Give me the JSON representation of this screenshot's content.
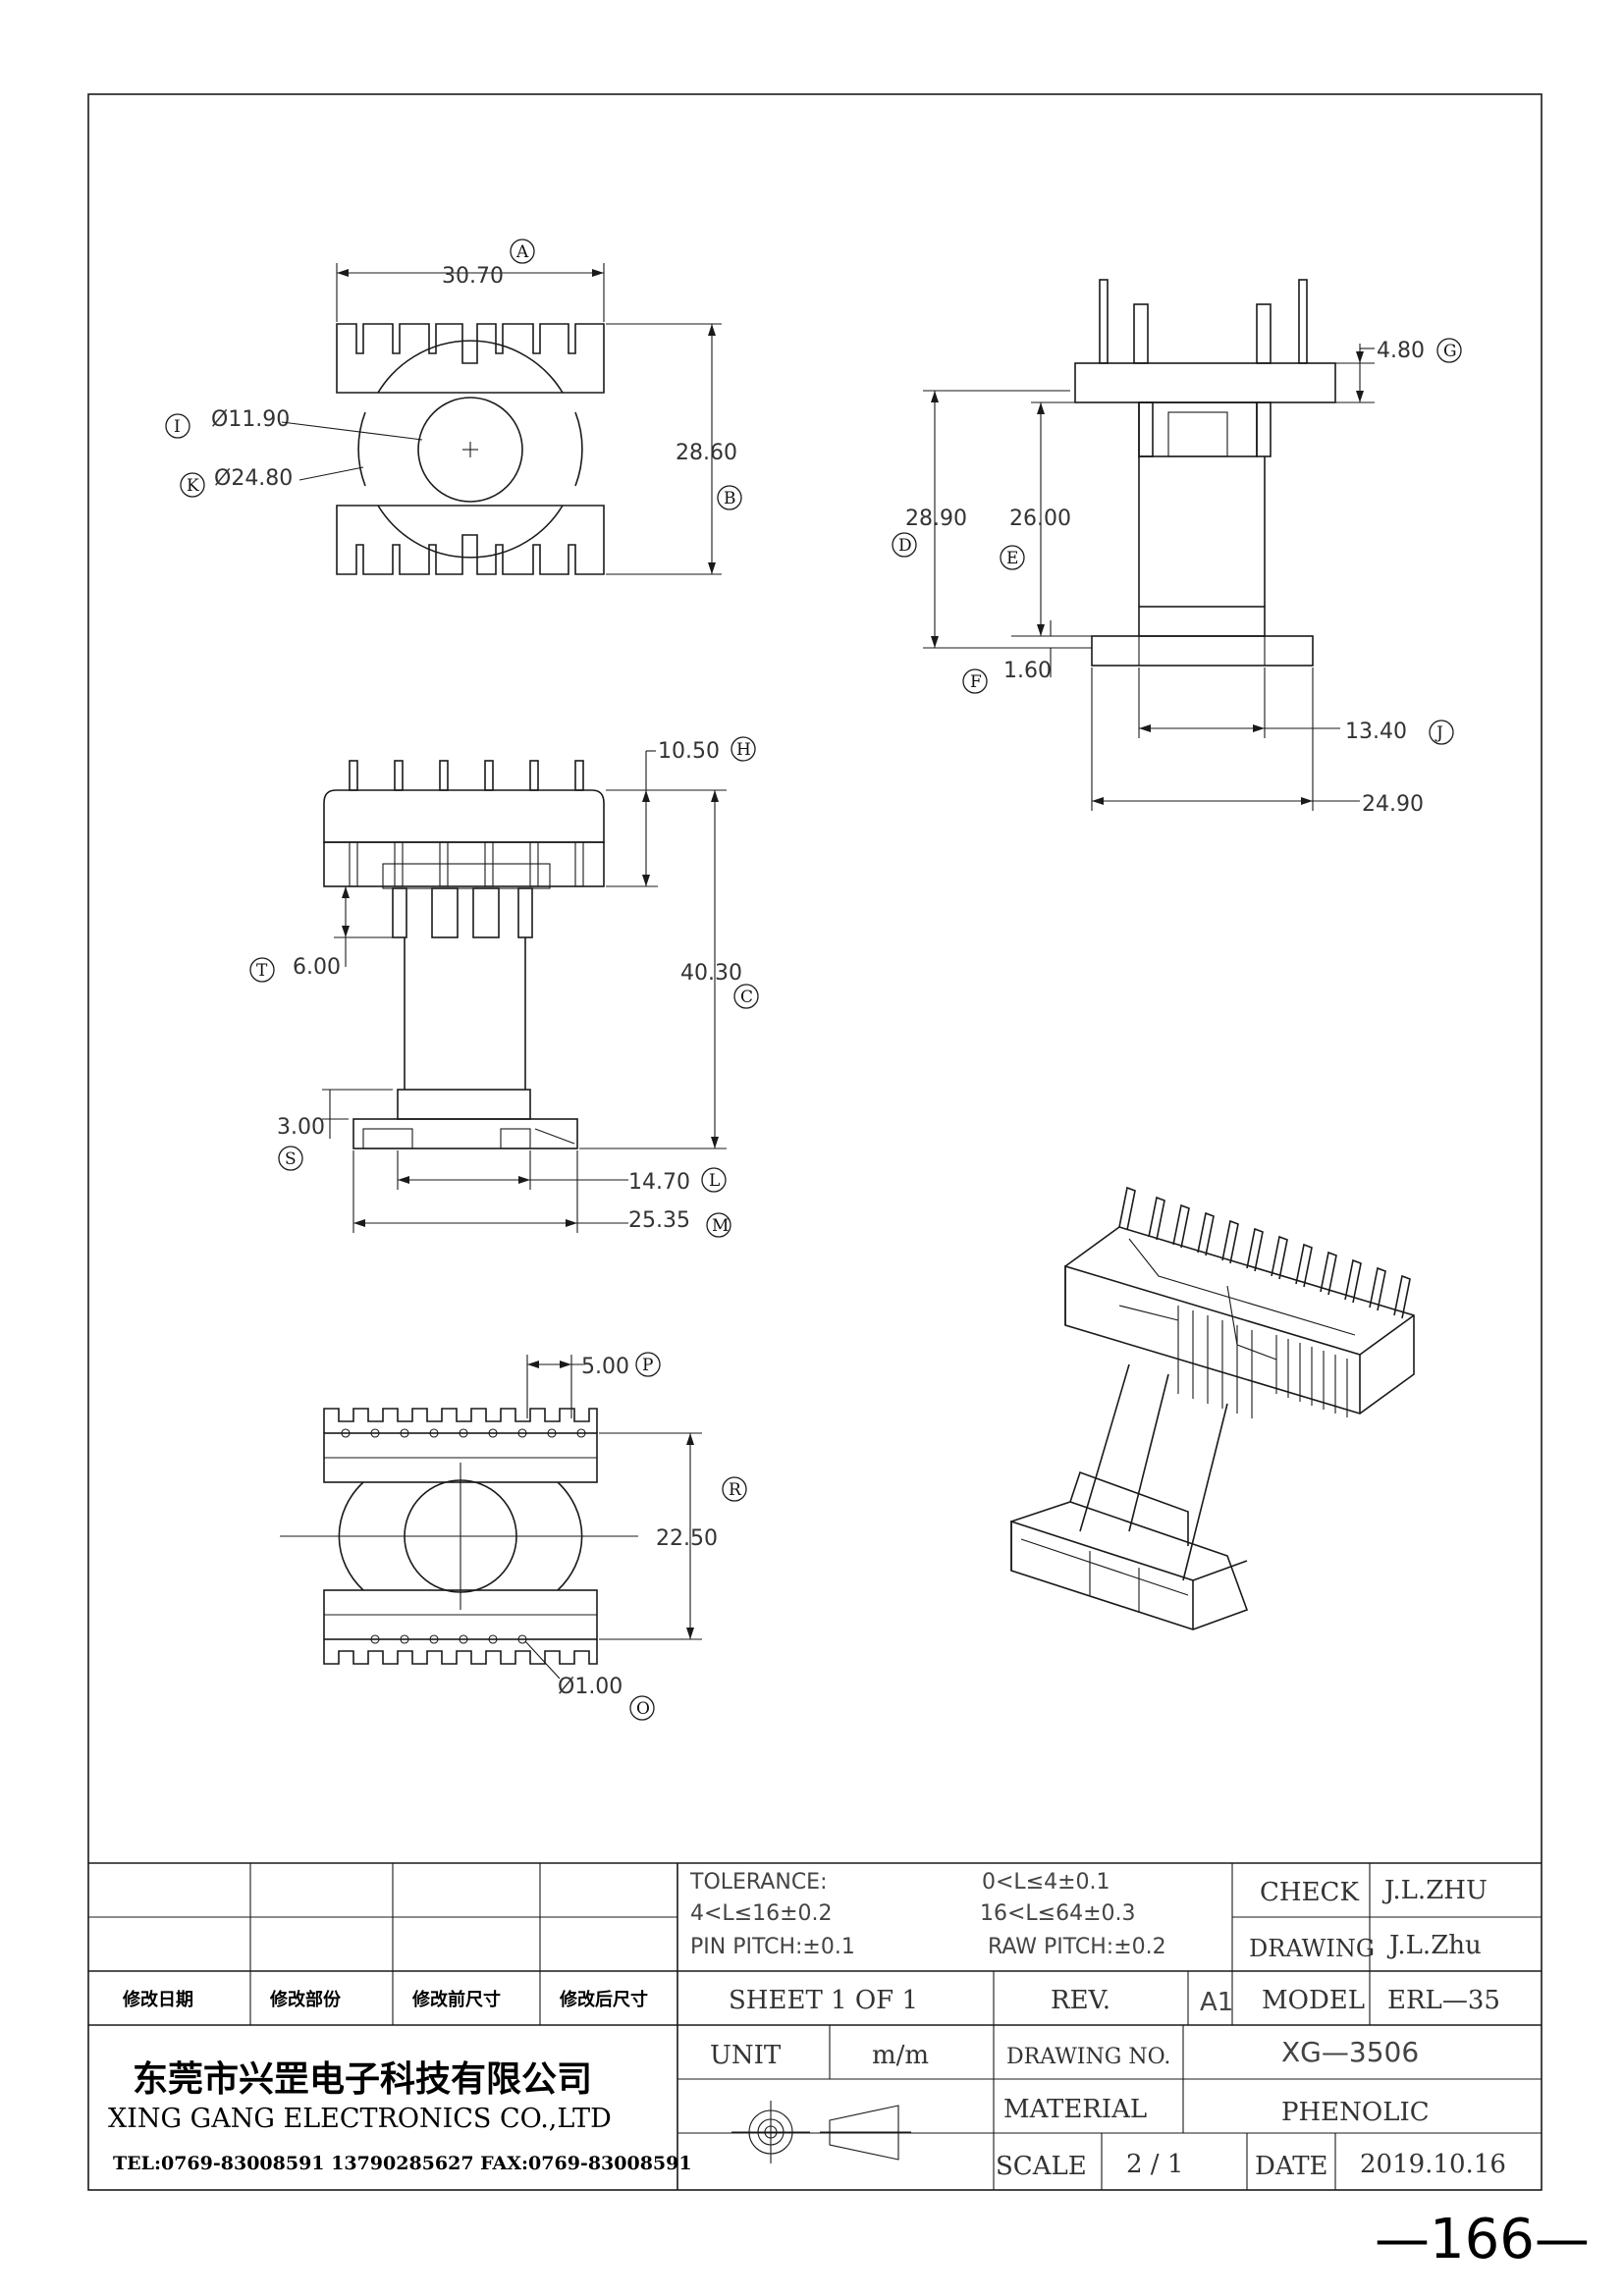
{
  "views": {
    "top": {
      "a": "30.70",
      "b": "28.60",
      "i": "Ø11.90",
      "k": "Ø24.80"
    },
    "side": {
      "d": "28.90",
      "e": "26.00",
      "f": "1.60",
      "g": "4.80",
      "j": "13.40",
      "w": "24.90"
    },
    "front": {
      "h": "10.50",
      "c": "40.30",
      "t": "6.00",
      "s": "3.00",
      "l": "14.70",
      "m": "25.35"
    },
    "bottom": {
      "p": "5.00",
      "r": "22.50",
      "o": "Ø1.00"
    }
  },
  "callouts": [
    "A",
    "B",
    "C",
    "D",
    "E",
    "F",
    "G",
    "H",
    "I",
    "J",
    "K",
    "L",
    "M",
    "O",
    "P",
    "R",
    "S",
    "T"
  ],
  "title_block": {
    "tolerance_label": "TOLERANCE:",
    "tol_1": "0<L≤4±0.1",
    "tol_2": "4<L≤16±0.2",
    "tol_3": "16<L≤64±0.3",
    "pin_pitch": "PIN PITCH:±0.1",
    "raw_pitch": "RAW PITCH:±0.2",
    "check_label": "CHECK",
    "check_value": "J.L.ZHU",
    "drawing_label": "DRAWING",
    "drawing_value": "J.L.Zhu",
    "rev_headers": [
      "修改日期",
      "修改部份",
      "修改前尺寸",
      "修改后尺寸"
    ],
    "sheet": "SHEET  1  OF  1",
    "rev_label": "REV.",
    "rev_value": "A1",
    "model_label": "MODEL",
    "model_value": "ERL—35",
    "company_cn": "东莞市兴罡电子科技有限公司",
    "company_en": "XING GANG  ELECTRONICS CO.,LTD",
    "company_tel": "TEL:0769-83008591 13790285627 FAX:0769-83008591",
    "unit_label": "UNIT",
    "unit_value": "m/m",
    "drawing_no_label": "DRAWING  NO.",
    "drawing_no_value": "XG—3506",
    "material_label": "MATERIAL",
    "material_value": "PHENOLIC",
    "scale_label": "SCALE",
    "scale_value": "2  /  1",
    "date_label": "DATE",
    "date_value": "2019.10.16"
  },
  "page_number": "—166—"
}
